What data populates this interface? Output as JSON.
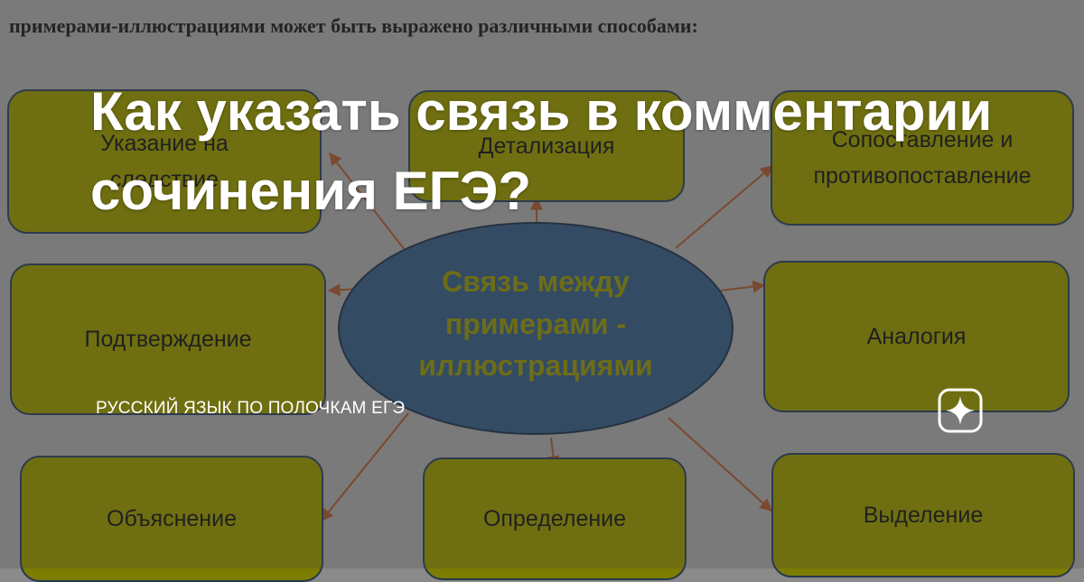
{
  "caption": "примерами-иллюстрациями может быть выражено различными способами:",
  "diagram": {
    "center": {
      "lines": [
        "Связь между",
        "примерами -",
        "иллюстрациями"
      ]
    },
    "boxes": [
      {
        "id": "ukazanie",
        "lines": [
          "Указание на",
          "следствие"
        ]
      },
      {
        "id": "detalizatsiya",
        "lines": [
          "Детализация"
        ]
      },
      {
        "id": "sopostavlenie",
        "lines": [
          "Сопоставление и",
          "противопоставление"
        ]
      },
      {
        "id": "podtverzhdenie",
        "lines": [
          "Подтверждение"
        ]
      },
      {
        "id": "analogiya",
        "lines": [
          "Аналогия"
        ]
      },
      {
        "id": "obyasnenie",
        "lines": [
          "Объяснение"
        ]
      },
      {
        "id": "opredelenie",
        "lines": [
          "Определение"
        ]
      },
      {
        "id": "vydelenie",
        "lines": [
          "Выделение"
        ]
      }
    ],
    "colors": {
      "box_fill": "#7c7c00",
      "box_border": "#26384e",
      "ellipse_fill": "#2f4d6e",
      "ellipse_text": "#7a7a0a",
      "arrow": "#8b4a2a"
    }
  },
  "article": {
    "title": "Как указать связь в комментарии сочинения ЕГЭ?",
    "channel": "РУССКИЙ ЯЗЫК ПО ПОЛОЧКАМ ЕГЭ",
    "logo_icon": "sparkle-icon"
  }
}
